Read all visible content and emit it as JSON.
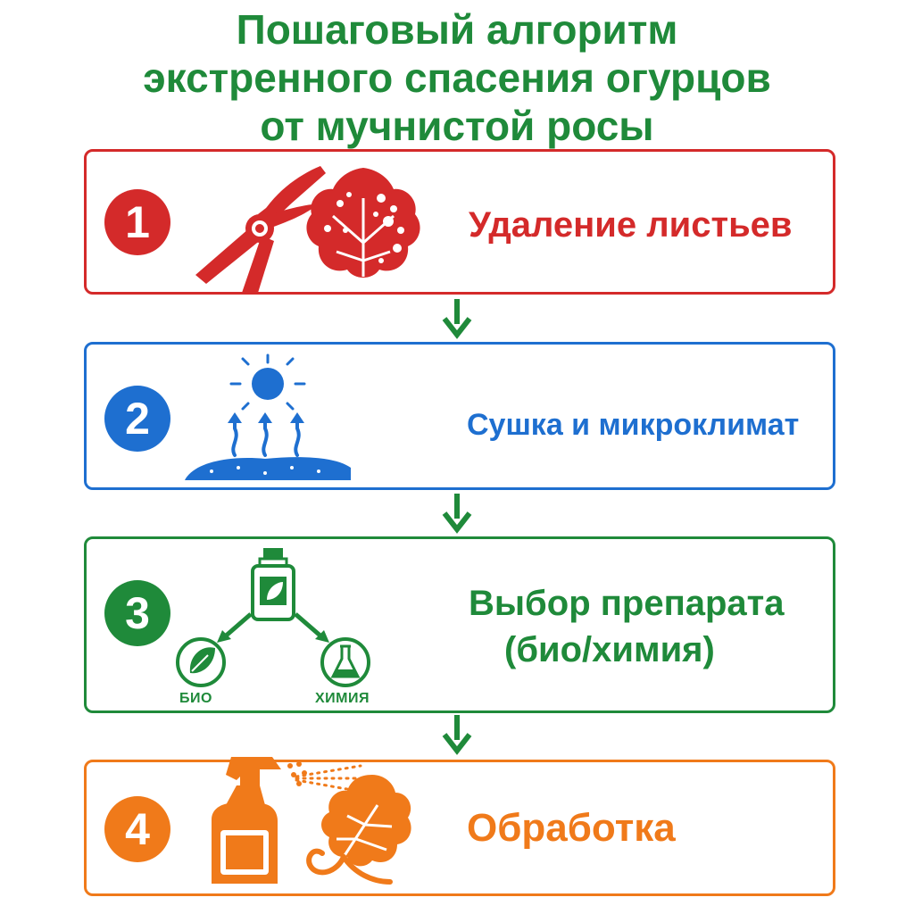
{
  "title": {
    "line1": "Пошаговый алгоритм",
    "line2": "экстренного спасения огурцов",
    "line3": "от мучнистой росы"
  },
  "steps": [
    {
      "number": "1",
      "label": "Удаление листьев",
      "color": "#d42a2a",
      "icon": "pruner-and-infected-leaf-icon"
    },
    {
      "number": "2",
      "label": "Сушка и микроклимат",
      "color": "#1e6fd0",
      "icon": "sun-evaporation-icon"
    },
    {
      "number": "3",
      "label_line1": "Выбор препарата",
      "label_line2": "(био/химия)",
      "color": "#1f8a3a",
      "icon": "bottle-choice-icon",
      "options": [
        "БИО",
        "ХИМИЯ"
      ]
    },
    {
      "number": "4",
      "label": "Обработка",
      "color": "#f07a1a",
      "icon": "spray-bottle-leaf-icon"
    }
  ],
  "arrow_color": "#1f8a3a"
}
